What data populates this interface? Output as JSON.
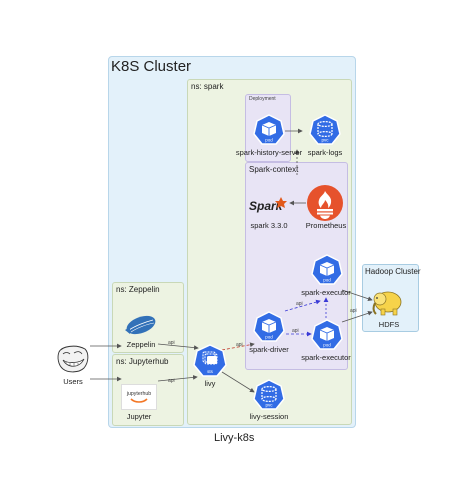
{
  "title": "K8S Cluster",
  "footer": "Livy-k8s",
  "namespaces": {
    "spark": "ns: spark",
    "zeppelin": "ns: Zeppelin",
    "jupyterhub": "ns: Jupyterhub"
  },
  "groups": {
    "deployment": "Deployment",
    "spark_context": "Spark-context",
    "hadoop_cluster": "Hadoop Cluster"
  },
  "nodes": {
    "spark_history_server": {
      "label": "spark-history-server",
      "icon": "pod"
    },
    "spark_logs": {
      "label": "spark-logs",
      "icon": "pvc"
    },
    "spark_version": {
      "label": "spark 3.3.0",
      "logo": "Spark"
    },
    "prometheus": {
      "label": "Prometheus"
    },
    "spark_executor_top": {
      "label": "spark-executor",
      "icon": "pod"
    },
    "spark_driver": {
      "label": "spark-driver",
      "icon": "pod"
    },
    "spark_executor_bottom": {
      "label": "spark-executor",
      "icon": "pod"
    },
    "zeppelin": {
      "label": "Zeppelin"
    },
    "users": {
      "label": "Users"
    },
    "jupyter": {
      "label": "Jupyter",
      "logo": "jupyterhub"
    },
    "livy": {
      "label": "livy",
      "icon": "sts"
    },
    "livy_session": {
      "label": "livy-session",
      "icon": "pvc"
    },
    "hdfs": {
      "label": "HDFS"
    }
  },
  "edge_labels": {
    "zeppelin_livy": "api",
    "jupyter_livy": "api",
    "livy_driver": "api",
    "driver_executor_top": "api",
    "driver_executor_bottom": "api",
    "executor_hdfs": "api"
  },
  "colors": {
    "k8s_blue": "#326ce5",
    "spark_orange": "#e25a1c",
    "prometheus_red": "#e6522c",
    "edge": "#555555",
    "dashed_edge": "#3a3ad6"
  }
}
